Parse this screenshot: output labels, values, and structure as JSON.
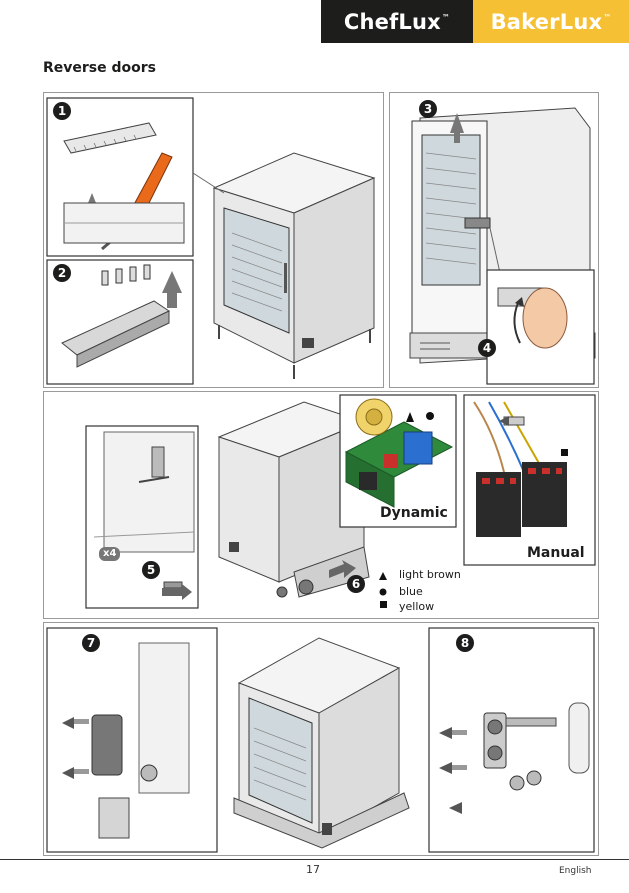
{
  "header": {
    "brand_left": "ChefLux",
    "brand_right": "BakerLux",
    "trademark": "™"
  },
  "page_title": "Reverse doors",
  "steps": [
    "1",
    "2",
    "3",
    "4",
    "5",
    "6",
    "7",
    "8"
  ],
  "quantity_label": "x4",
  "inset_labels": {
    "dynamic": "Dynamic",
    "manual": "Manual"
  },
  "legend": [
    {
      "symbol": "▲",
      "label": "light brown"
    },
    {
      "symbol": "●",
      "label": "blue"
    },
    {
      "symbol": "■",
      "label": "yellow"
    }
  ],
  "colors": {
    "brand_dark": "#1d1d1b",
    "brand_yellow": "#f6c035",
    "screwdriver_orange": "#e86a1a",
    "circuit_green": "#2f8a3c",
    "relay_blue": "#2b6fd1",
    "relay_black": "#2a2a2a",
    "contactor_red": "#c9302c"
  },
  "footer": {
    "page_number": "17",
    "language": "English"
  }
}
